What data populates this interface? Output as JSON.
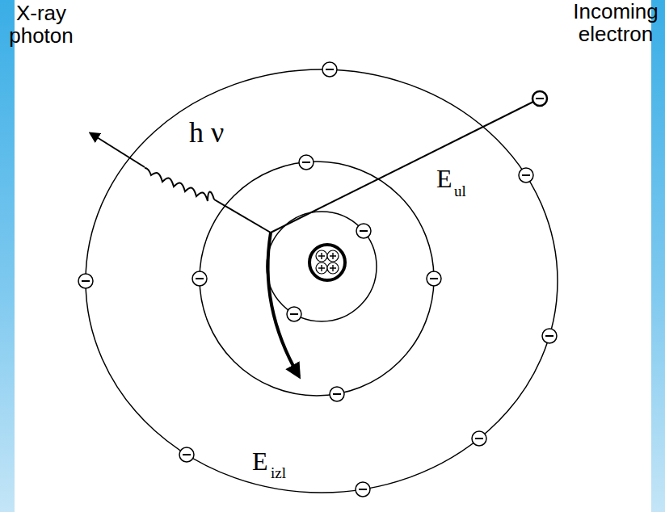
{
  "diagram": {
    "labels": [
      "X-ray photon",
      "Incoming electron",
      "h ν",
      "E",
      "ul",
      "E",
      "izl"
    ]
  }
}
